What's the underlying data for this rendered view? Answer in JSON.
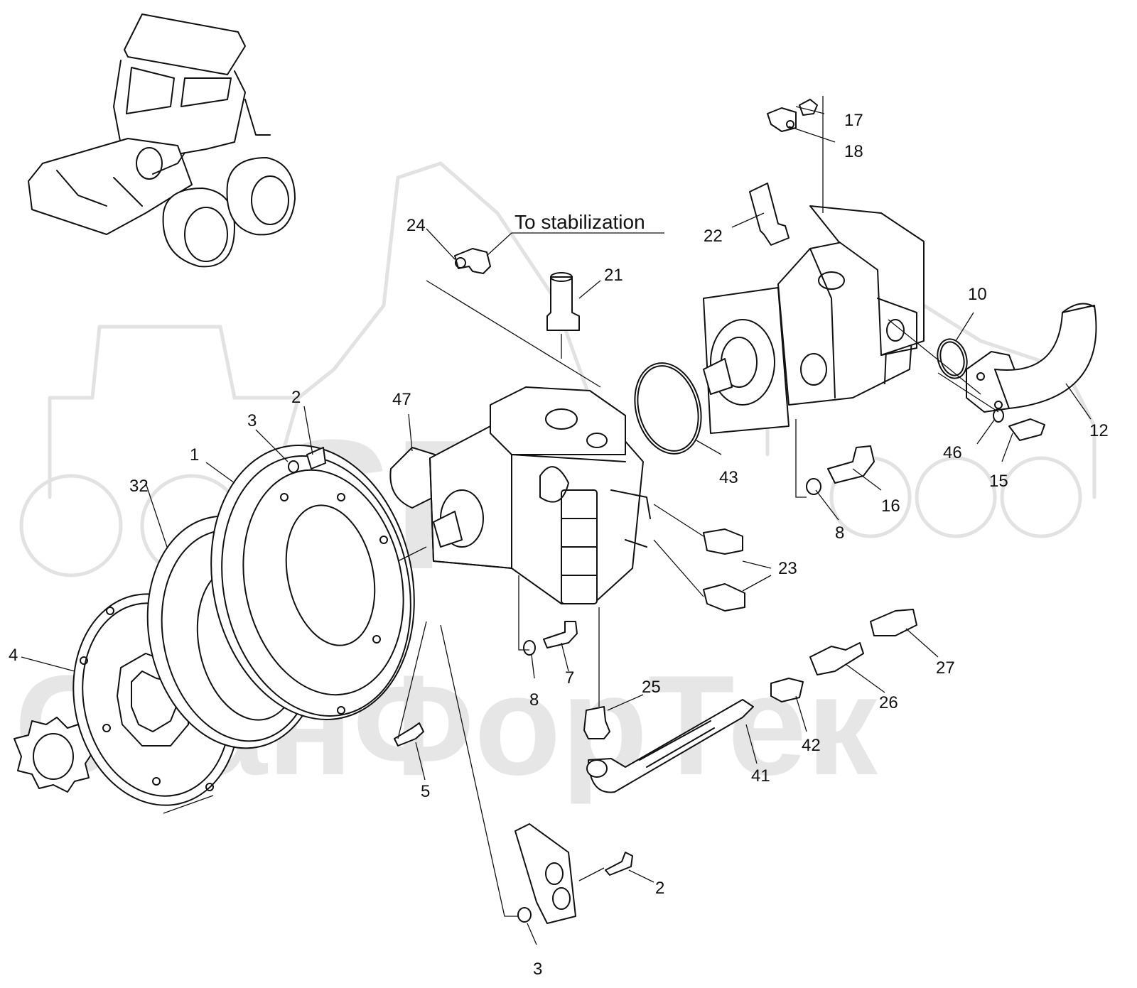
{
  "watermark": {
    "logo_text": "SFT",
    "brand_text": "СканФорТек"
  },
  "annotation": {
    "text": "To stabilization"
  },
  "callouts": [
    {
      "id": "c1",
      "label": "1"
    },
    {
      "id": "c2a",
      "label": "2"
    },
    {
      "id": "c2b",
      "label": "2"
    },
    {
      "id": "c3a",
      "label": "3"
    },
    {
      "id": "c3b",
      "label": "3"
    },
    {
      "id": "c4",
      "label": "4"
    },
    {
      "id": "c5",
      "label": "5"
    },
    {
      "id": "c7",
      "label": "7"
    },
    {
      "id": "c8a",
      "label": "8"
    },
    {
      "id": "c8b",
      "label": "8"
    },
    {
      "id": "c10",
      "label": "10"
    },
    {
      "id": "c12",
      "label": "12"
    },
    {
      "id": "c15",
      "label": "15"
    },
    {
      "id": "c16",
      "label": "16"
    },
    {
      "id": "c17",
      "label": "17"
    },
    {
      "id": "c18",
      "label": "18"
    },
    {
      "id": "c21",
      "label": "21"
    },
    {
      "id": "c22",
      "label": "22"
    },
    {
      "id": "c23",
      "label": "23"
    },
    {
      "id": "c24",
      "label": "24"
    },
    {
      "id": "c25",
      "label": "25"
    },
    {
      "id": "c26",
      "label": "26"
    },
    {
      "id": "c27",
      "label": "27"
    },
    {
      "id": "c32",
      "label": "32"
    },
    {
      "id": "c41",
      "label": "41"
    },
    {
      "id": "c42",
      "label": "42"
    },
    {
      "id": "c43",
      "label": "43"
    },
    {
      "id": "c46",
      "label": "46"
    },
    {
      "id": "c47",
      "label": "47"
    }
  ]
}
